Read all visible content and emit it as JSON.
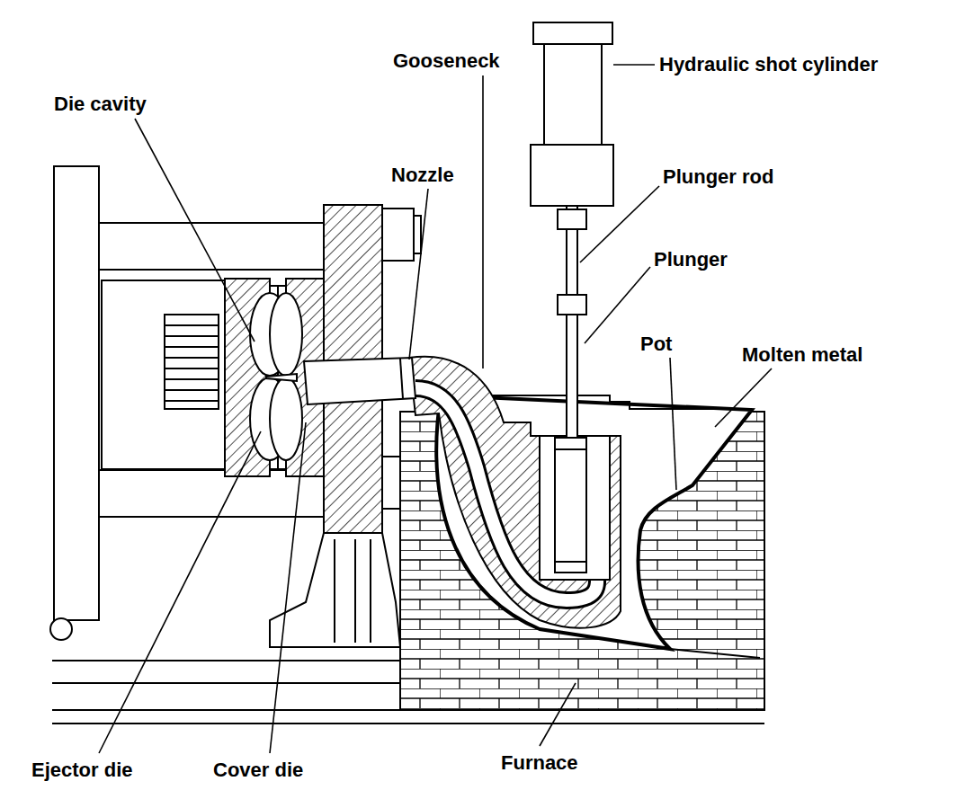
{
  "diagram": {
    "labels": [
      "Gooseneck",
      "Hydraulic shot cylinder",
      "Die cavity",
      "Nozzle",
      "Plunger rod",
      "Plunger",
      "Pot",
      "Molten metal",
      "Ejector die",
      "Cover die",
      "Furnace"
    ]
  }
}
